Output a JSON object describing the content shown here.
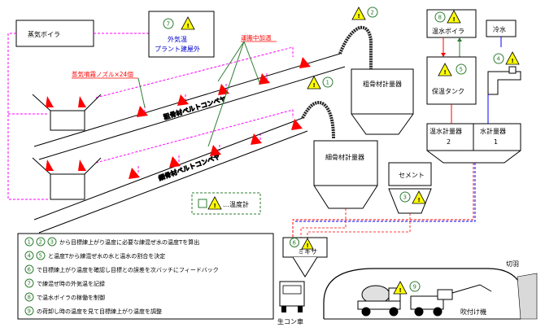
{
  "labels": {
    "steam_boiler": "蒸気ボイラ",
    "outdoor_temp": "外気温",
    "plant_outdoor": "プラント建屋外",
    "conveying_heating": "運搬中加温",
    "steam_nozzle": "蒸気噴霧ノズル×24個",
    "coarse_belt": "粗骨材ベルトコンベヤ",
    "fine_belt": "細骨材ベルトコンベヤ",
    "coarse_meter": "粗骨材計量器",
    "fine_meter": "細骨材計量器",
    "hot_water_boiler": "温水ボイラ",
    "insulation_tank": "保温タンク",
    "cold_water": "冷水",
    "hot_water_meter_1": "温水計量器",
    "hot_water_meter_2": "2",
    "water_meter_1": "水計量器",
    "water_meter_2": "1",
    "cement": "セメント",
    "mixer": "ミキサ",
    "fresh_concrete_truck": "生コン車",
    "spraying_machine": "吹付け機",
    "face": "切羽",
    "thermometer_legend": "…温度計"
  },
  "badges": {
    "b1": "1",
    "b2": "2",
    "b3": "3",
    "b4": "4",
    "b5": "5",
    "b6": "6",
    "b7": "7",
    "b8": "8",
    "b9": "9"
  },
  "warning_glyph": "!",
  "legend_box": {
    "item1": {
      "nums": [
        "1",
        "2",
        "3"
      ],
      "text": "から目標練上がり温度に必要な練混ぜ水の温度Tを算出"
    },
    "item2": {
      "nums": [
        "4",
        "5"
      ],
      "text": "と温度Tから練混ぜ水の水と温水の割合を決定"
    },
    "item3": {
      "nums": [
        "6"
      ],
      "text": "で目標練上がり温度を確認し目標との誤差を次バッチにフィードバック"
    },
    "item4": {
      "nums": [
        "7"
      ],
      "text": "で練混ぜ時の外気温を記録"
    },
    "item5": {
      "nums": [
        "8"
      ],
      "text": "で温水ボイラの稼働を制御"
    },
    "item6": {
      "nums": [
        "9"
      ],
      "text": "の荷卸し時の温度を見て目標練上がり温度を調整"
    }
  },
  "colors": {
    "steam_line": "#ff00ff",
    "nozzle": "#ff0000",
    "hot_water": "#ff0000",
    "cold_water": "#0000ff",
    "green_badge": "#2e7d32",
    "warning_fill": "#ffff00",
    "legend_border": "#2e7d32"
  }
}
